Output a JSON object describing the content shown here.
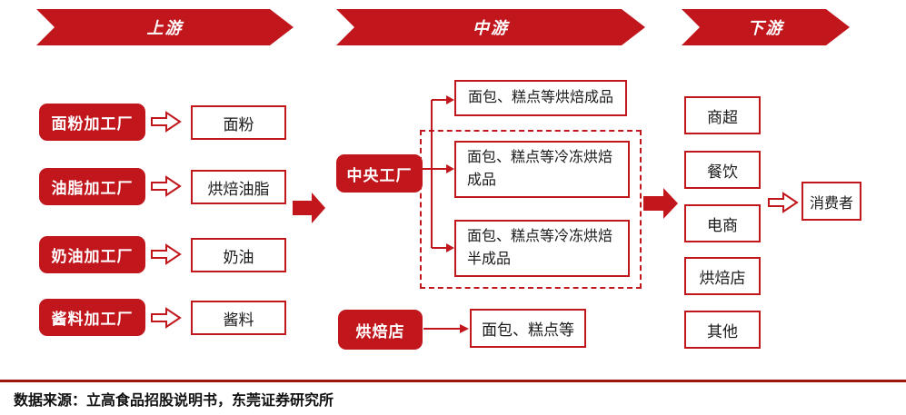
{
  "colors": {
    "red": "#c0161c",
    "divider_red": "#a01410",
    "text": "#1a1a1a",
    "white": "#ffffff"
  },
  "banners": [
    {
      "label": "上游"
    },
    {
      "label": "中游"
    },
    {
      "label": "下游"
    }
  ],
  "upstream": {
    "rows": [
      {
        "source": "面粉加工厂",
        "product": "面粉"
      },
      {
        "source": "油脂加工厂",
        "product": "烘焙油脂"
      },
      {
        "source": "奶油加工厂",
        "product": "奶油"
      },
      {
        "source": "酱料加工厂",
        "product": "酱料"
      }
    ]
  },
  "midstream": {
    "factory": "中央工厂",
    "outputs": [
      "面包、糕点等烘焙成品",
      "面包、糕点等冷冻烘焙\n成品",
      "面包、糕点等冷冻烘焙\n半成品"
    ],
    "bakery": "烘焙店",
    "bakery_output": "面包、糕点等"
  },
  "downstream": {
    "channels": [
      "商超",
      "餐饮",
      "电商",
      "烘焙店",
      "其他"
    ],
    "consumer": "消费者"
  },
  "footer": {
    "source": "数据来源：立高食品招股说明书，东莞证券研究所"
  }
}
